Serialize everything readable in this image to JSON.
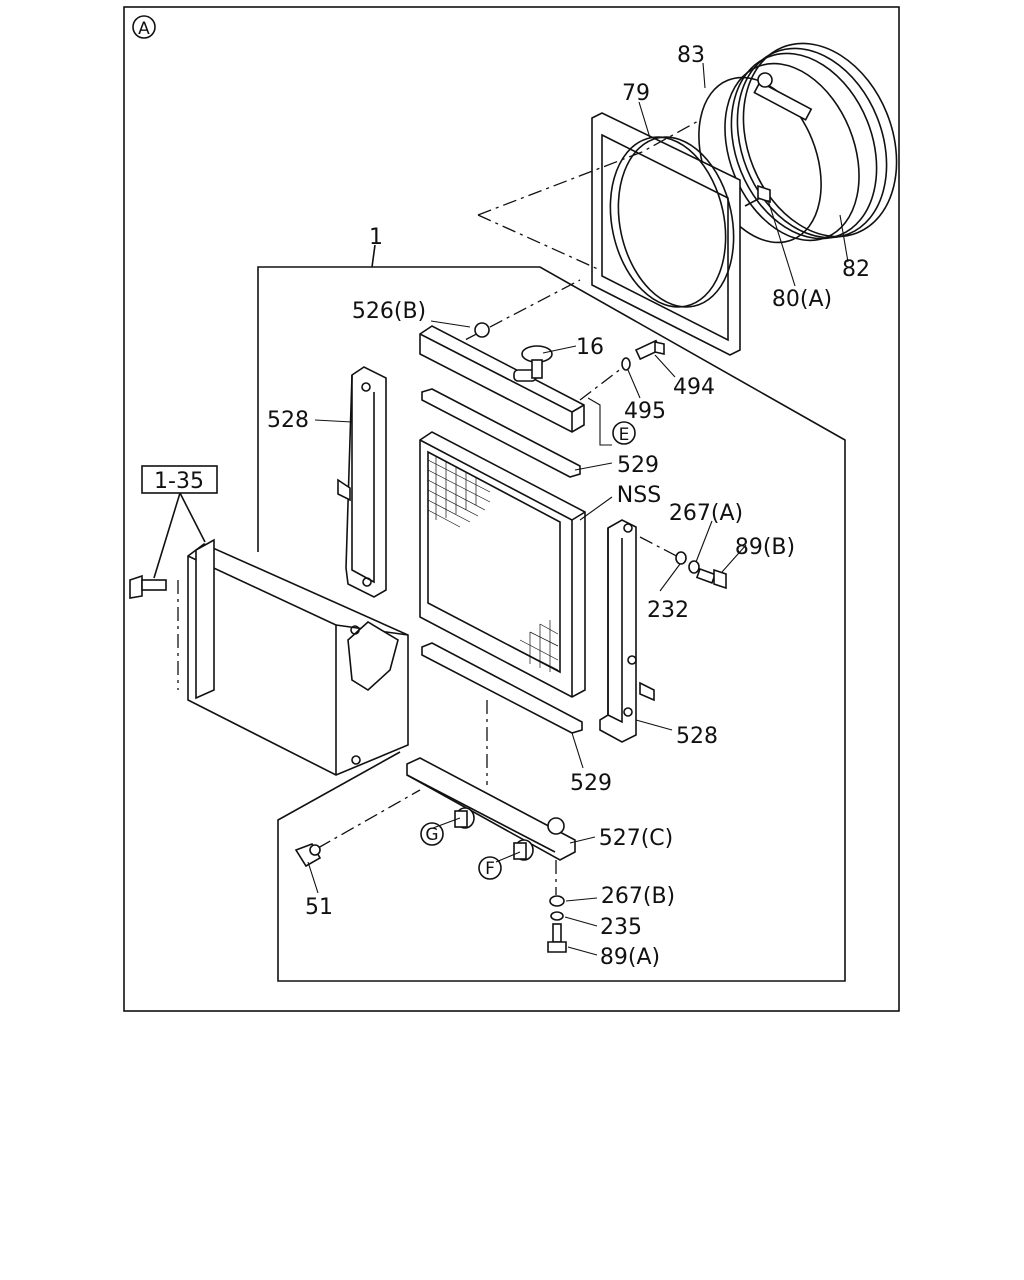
{
  "diagram": {
    "view_marker": "A",
    "callouts": {
      "c83": "83",
      "c79": "79",
      "c82": "82",
      "c80a": "80(A)",
      "c1": "1",
      "c526b": "526(B)",
      "c16": "16",
      "c494": "494",
      "c495": "495",
      "cE": "E",
      "c528_left": "528",
      "c529_top": "529",
      "c135": "1-35",
      "cNSS": "NSS",
      "c267a": "267(A)",
      "c89b": "89(B)",
      "c232": "232",
      "c528_right": "528",
      "c529_bottom": "529",
      "cG": "G",
      "c527c": "527(C)",
      "cF": "F",
      "c51": "51",
      "c267b": "267(B)",
      "c235": "235",
      "c89a": "89(A)"
    }
  }
}
